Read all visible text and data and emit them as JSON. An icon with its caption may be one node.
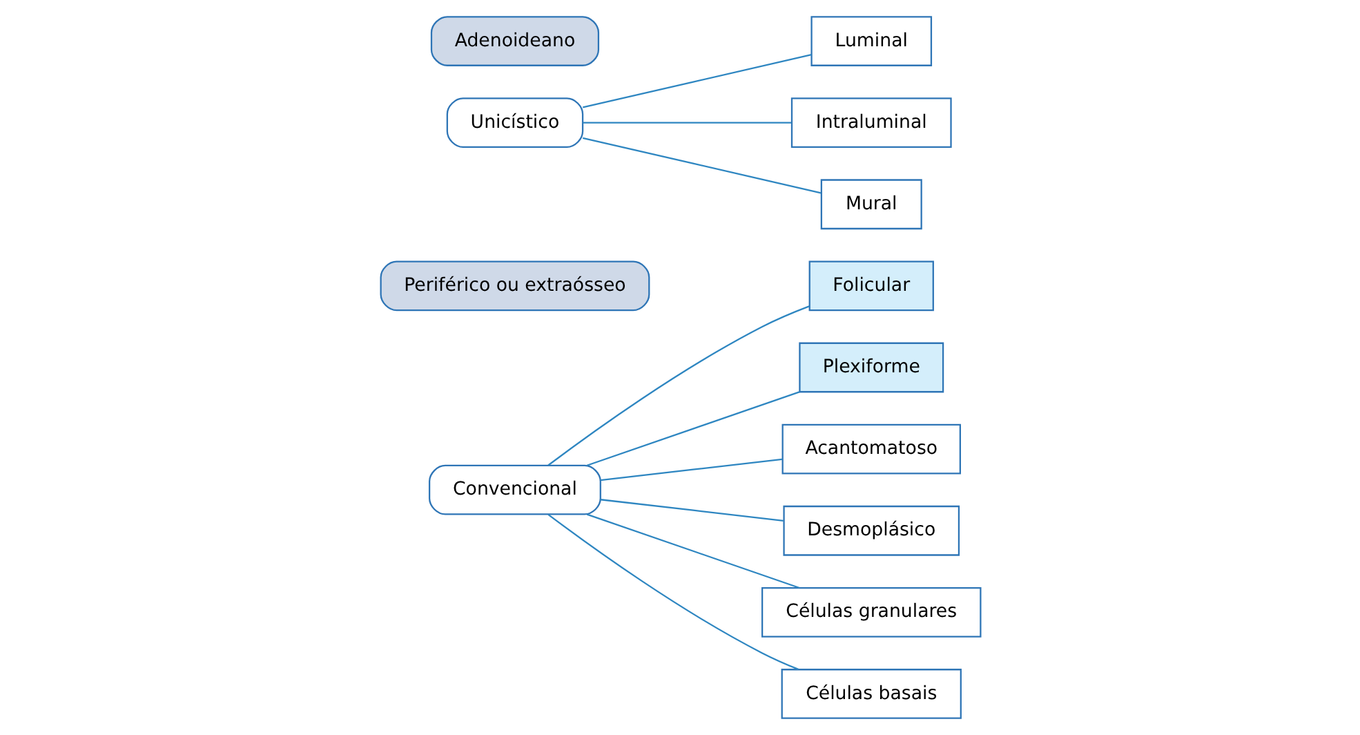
{
  "diagram": {
    "nodes": [
      {
        "text": [
          "Convencional"
        ]
      },
      {
        "text": [
          "Periférico ou extraósseo"
        ]
      },
      {
        "text": [
          "Unicístico"
        ]
      },
      {
        "text": [
          "Folicular"
        ]
      },
      {
        "text": [
          "Plexiforme"
        ]
      },
      {
        "text": [
          "Acantomatoso"
        ]
      },
      {
        "text": [
          "Desmoplásico"
        ]
      },
      {
        "text": [
          "Células granulares"
        ]
      },
      {
        "text": [
          "Células basais"
        ]
      },
      {
        "text": [
          "Luminal"
        ]
      },
      {
        "text": [
          "Intraluminal"
        ]
      },
      {
        "text": [
          "Mural"
        ]
      },
      {
        "text": [
          "Adenoideano"
        ]
      }
    ],
    "edges": [
      {
        "from": 0,
        "to": 3,
        "arrow": "none"
      },
      {
        "from": 0,
        "to": 4,
        "arrow": "none"
      },
      {
        "from": 0,
        "to": 5,
        "arrow": "none"
      },
      {
        "from": 0,
        "to": 6,
        "arrow": "none"
      },
      {
        "from": 0,
        "to": 7,
        "arrow": "none"
      },
      {
        "from": 0,
        "to": 8,
        "arrow": "none"
      },
      {
        "from": 2,
        "to": 9,
        "arrow": "none"
      },
      {
        "from": 2,
        "to": 10,
        "arrow": "none"
      },
      {
        "from": 2,
        "to": 11,
        "arrow": "none"
      }
    ]
  }
}
